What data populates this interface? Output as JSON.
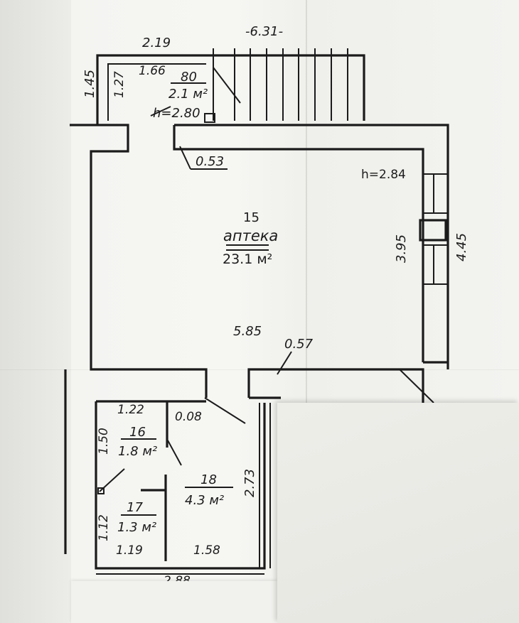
{
  "dimensions": {
    "top_total": "-6.31-",
    "stair_width": "2.19",
    "left_height": "1.45",
    "vestibule_inner": "1.27",
    "vestibule_width": "1.66",
    "wall_offset": "0.53",
    "room15_length": "5.85",
    "right_wall_gap": "0.57",
    "window_span": "3.95",
    "outer_right": "4.45",
    "room18_height": "2.73",
    "partition": "0.08",
    "room16_width": "1.22",
    "room16_height": "1.50",
    "room17_height": "1.12",
    "room17_width": "1.19",
    "room18_width": "1.58",
    "bottom_total": "2.88"
  },
  "rooms": {
    "vestibule": {
      "number": "80",
      "area": "2.1 м²",
      "height": "h=2.80"
    },
    "room15": {
      "number": "15",
      "name": "аптека",
      "area": "23.1 м²",
      "height": "h=2.84"
    },
    "room16": {
      "number": "16",
      "area": "1.8 м²"
    },
    "room17": {
      "number": "17",
      "area": "1.3 м²"
    },
    "room18": {
      "number": "18",
      "area": "4.3 м²"
    }
  }
}
